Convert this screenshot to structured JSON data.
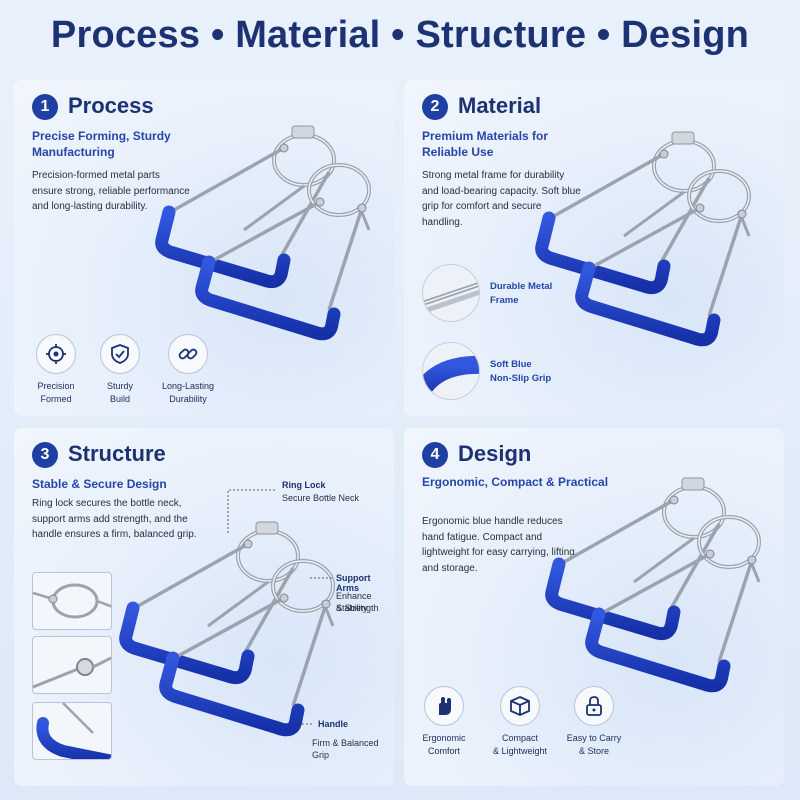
{
  "title": "Process • Material • Structure • Design",
  "panels": {
    "process": {
      "number": "1",
      "title": "Process",
      "subtitle": "Precise Forming, Sturdy Manufacturing",
      "description": "Precision-formed metal parts ensure strong, reliable performance and long-lasting durability.",
      "features": [
        {
          "icon": "crosshair-icon",
          "label1": "Precision",
          "label2": "Formed"
        },
        {
          "icon": "shield-check-icon",
          "label1": "Sturdy",
          "label2": "Build"
        },
        {
          "icon": "chain-link-icon",
          "label1": "Long-Lasting",
          "label2": "Durability"
        }
      ]
    },
    "material": {
      "number": "2",
      "title": "Material",
      "subtitle": "Premium Materials for Reliable Use",
      "description": "Strong metal frame for durability and load-bearing capacity. Soft blue grip for comfort and secure handling.",
      "callouts": [
        {
          "label1": "Durable Metal",
          "label2": "Frame"
        },
        {
          "label1": "Soft Blue",
          "label2": "Non-Slip Grip"
        }
      ]
    },
    "structure": {
      "number": "3",
      "title": "Structure",
      "subtitle": "Stable & Secure Design",
      "description": "Ring lock secures the bottle neck, support arms add strength, and the handle ensures a firm, balanced grip.",
      "callouts": [
        {
          "title": "Ring Lock",
          "sub1": "Secure Bottle Neck",
          "sub2": ""
        },
        {
          "title": "Support Arms",
          "sub1": "Enhance Stability",
          "sub2": "& Strength"
        },
        {
          "title": "Handle",
          "sub1": "Firm & Balanced Grip",
          "sub2": ""
        }
      ]
    },
    "design": {
      "number": "4",
      "title": "Design",
      "subtitle": "Ergonomic, Compact & Practical",
      "description": "Ergonomic blue handle reduces hand fatigue. Compact and lightweight for easy carrying, lifting, and storage.",
      "features": [
        {
          "icon": "hand-icon",
          "label1": "Ergonomic",
          "label2": "Comfort"
        },
        {
          "icon": "box-icon",
          "label1": "Compact",
          "label2": "& Lightweight"
        },
        {
          "icon": "lock-icon",
          "label1": "Easy to Carry",
          "label2": "& Store"
        }
      ]
    }
  },
  "colors": {
    "accent": "#1f3fa3",
    "handle": "#1e3fc4",
    "metal": "#b9c1cc"
  }
}
